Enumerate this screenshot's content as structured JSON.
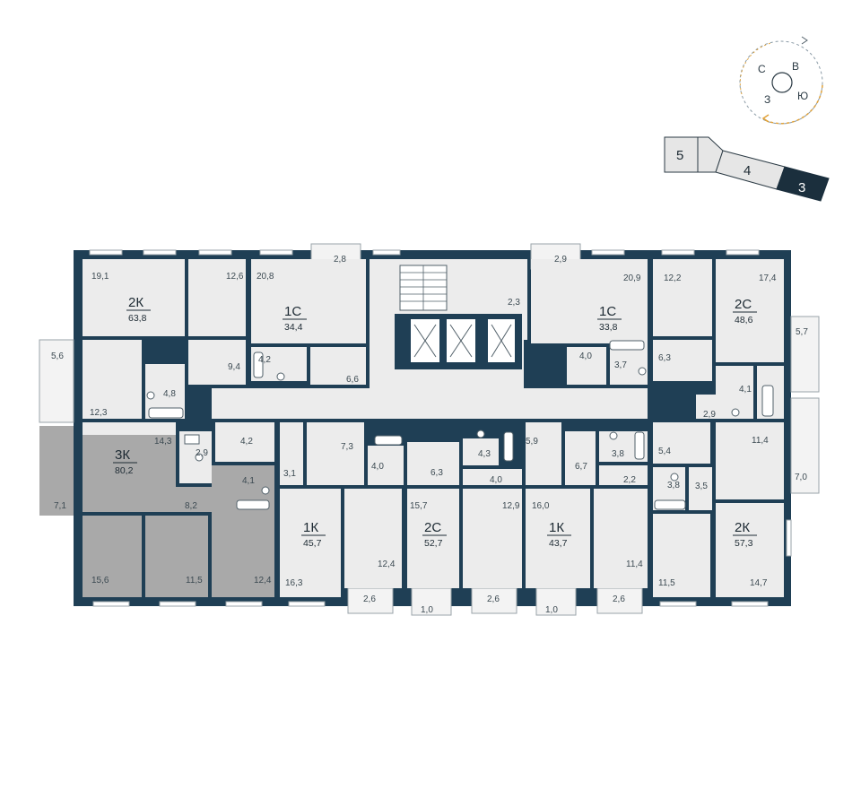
{
  "compass": {
    "letters": [
      {
        "text": "С"
      },
      {
        "text": "В"
      },
      {
        "text": "З"
      },
      {
        "text": "Ю"
      }
    ],
    "colors": {
      "dashed": "#8a9aa5",
      "arc": "#e0a23a"
    }
  },
  "sections": {
    "items": [
      {
        "label": "5",
        "active": false
      },
      {
        "label": "4",
        "active": false
      },
      {
        "label": "3",
        "active": true
      }
    ],
    "colors": {
      "active": "#1b2f3d",
      "inactive": "#e6e6e6"
    }
  },
  "colors": {
    "wall": "#1f3f55",
    "room": "#ececec",
    "highlight": "#a9a9a9"
  },
  "units": [
    {
      "type": "2К",
      "area": "63,8"
    },
    {
      "type": "1С",
      "area": "34,4"
    },
    {
      "type": "1С",
      "area": "33,8"
    },
    {
      "type": "2С",
      "area": "48,6"
    },
    {
      "type": "3К",
      "area": "80,2"
    },
    {
      "type": "1К",
      "area": "45,7"
    },
    {
      "type": "2С",
      "area": "52,7"
    },
    {
      "type": "1К",
      "area": "43,7"
    },
    {
      "type": "2К",
      "area": "57,3"
    }
  ],
  "rooms": [
    "19,1",
    "12,6",
    "20,8",
    "2,8",
    "2,9",
    "20,9",
    "12,2",
    "17,4",
    "2,3",
    "5,6",
    "9,4",
    "4,2",
    "6,6",
    "4,0",
    "3,7",
    "6,3",
    "5,7",
    "4,8",
    "4,1",
    "12,3",
    "2,9",
    "14,3",
    "2,9",
    "4,2",
    "7,3",
    "5,9",
    "11,4",
    "4,3",
    "3,8",
    "4,0",
    "6,3",
    "6,7",
    "5,4",
    "7,0",
    "4,1",
    "3,1",
    "8,2",
    "4,0",
    "2,2",
    "3,8",
    "3,5",
    "7,1",
    "15,7",
    "12,9",
    "16,0",
    "12,4",
    "11,4",
    "15,6",
    "11,5",
    "12,4",
    "16,3",
    "2,6",
    "1,0",
    "2,6",
    "1,0",
    "2,6",
    "11,5",
    "14,7"
  ]
}
